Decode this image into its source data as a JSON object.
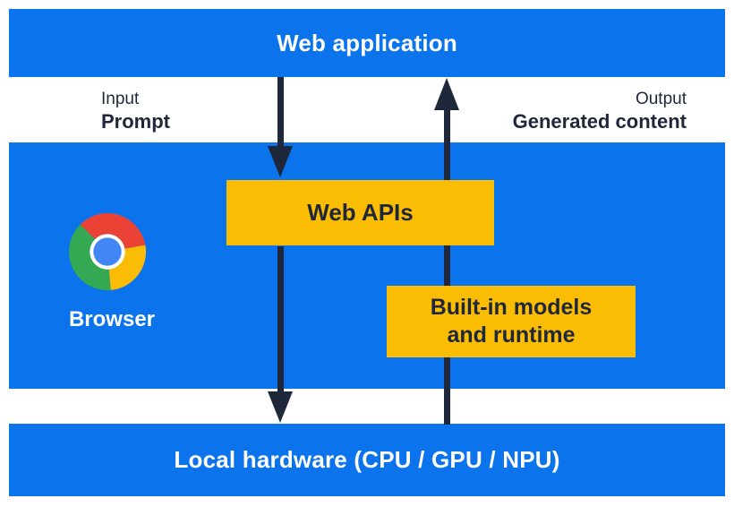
{
  "diagram_title": "Built-in AI architecture",
  "colors": {
    "band_blue": "#0b74ec",
    "box_yellow": "#fbbc04",
    "ink_navy": "#1e283a",
    "text_white": "#ffffff",
    "chrome_red": "#ea4335",
    "chrome_yellow": "#fbbc05",
    "chrome_green": "#34a853",
    "chrome_blue": "#4285f4"
  },
  "bands": {
    "web_application": {
      "label": "Web application"
    },
    "local_hardware": {
      "label": "Local hardware (CPU / GPU / NPU)"
    }
  },
  "io_labels": {
    "input_caption": "Input",
    "input_value": "Prompt",
    "output_caption": "Output",
    "output_value": "Generated content"
  },
  "browser": {
    "label": "Browser",
    "logo_icon": "chrome-logo"
  },
  "boxes": {
    "web_apis": {
      "label": "Web APIs"
    },
    "builtin_models": {
      "label_line1": "Built-in models",
      "label_line2": "and runtime"
    }
  },
  "arrows": {
    "down_flow": "prompt-to-local-hardware",
    "up_flow": "generated-content-to-web-application"
  }
}
